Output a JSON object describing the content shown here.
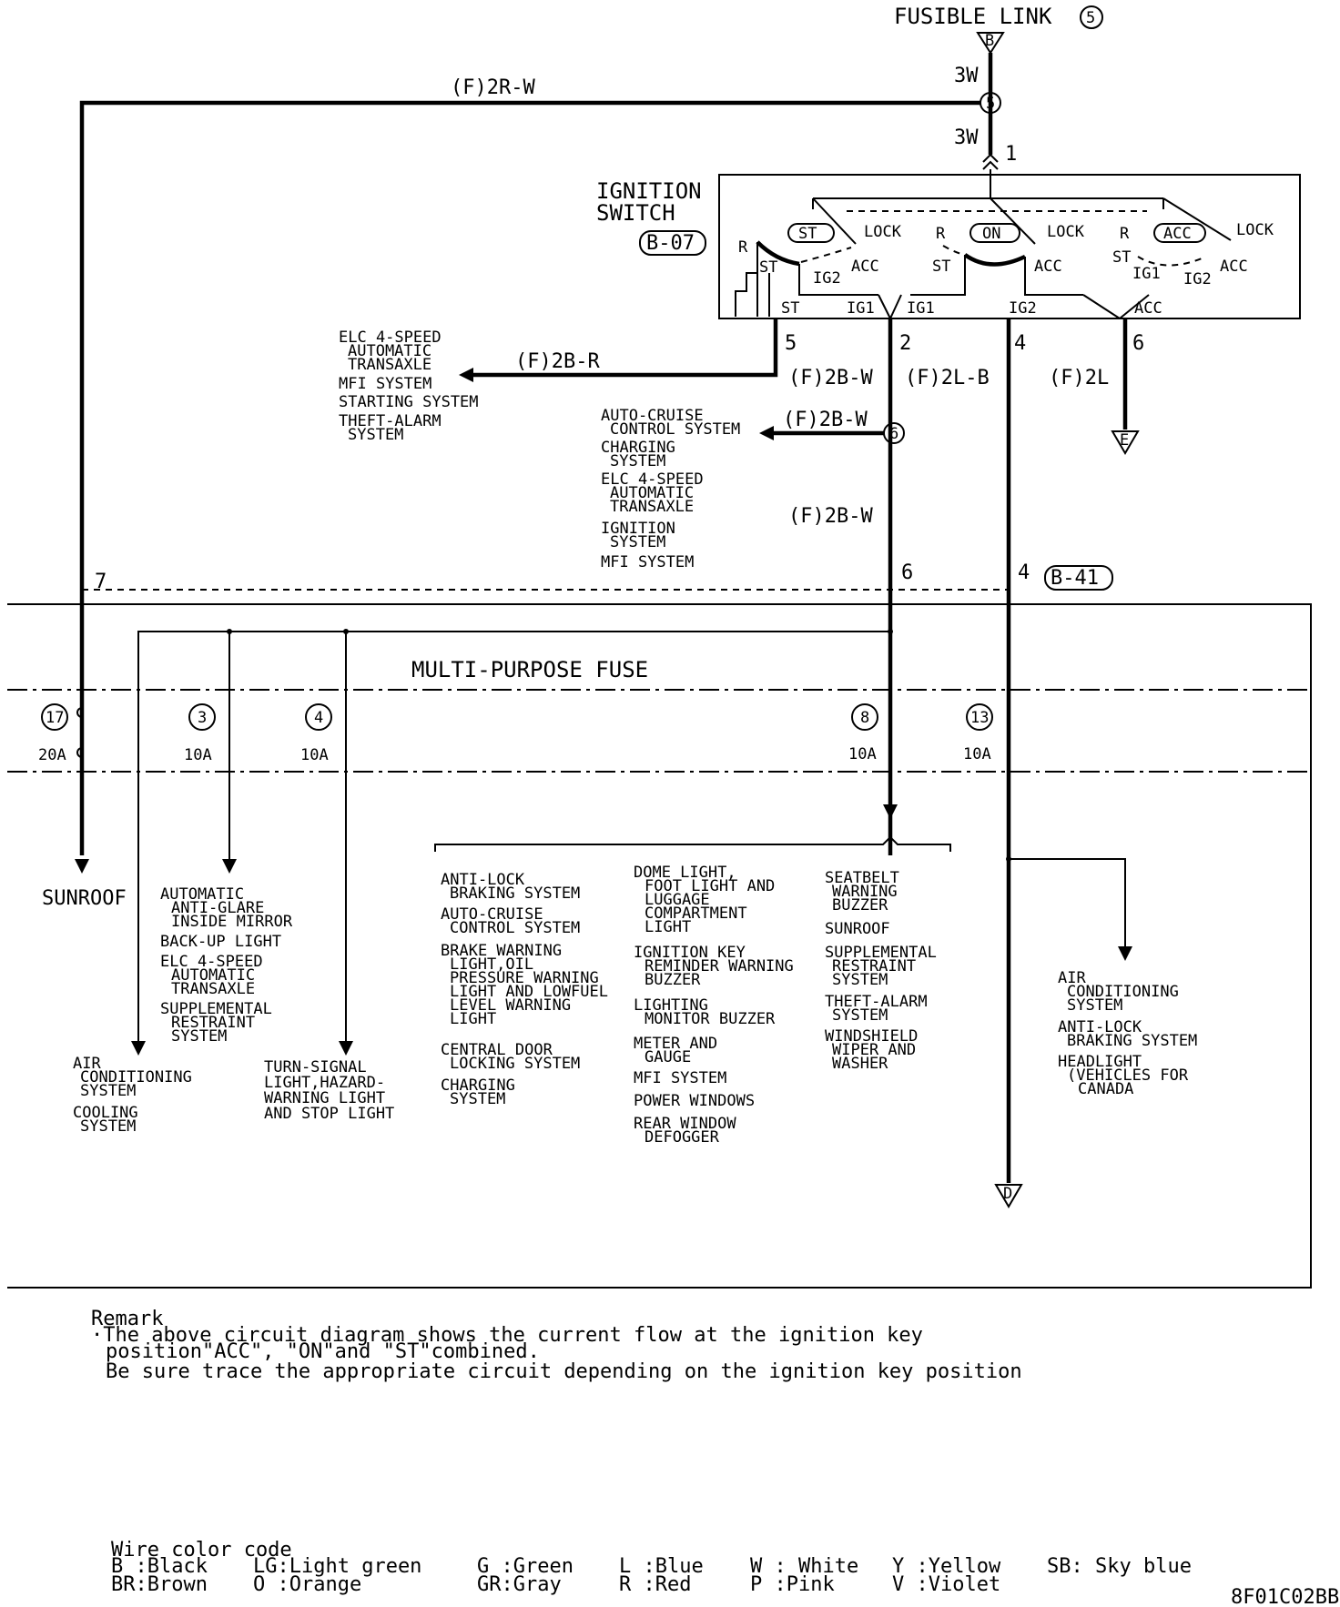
{
  "fusible_link": {
    "label": "FUSIBLE LINK",
    "number": "5",
    "connector": "B"
  },
  "wires": {
    "top_w1": "3W",
    "top_w2": "3W",
    "sunroof_feed": "(F)2R-W",
    "st_out": "(F)2B-R",
    "ig1_out": "(F)2B-W",
    "ig1_branch": "(F)2B-W",
    "ig1_lower": "(F)2B-W",
    "ig2_out": "(F)2L-B",
    "acc_out": "(F)2L"
  },
  "junctions": {
    "top": "5",
    "mid": "6"
  },
  "ignition_switch": {
    "title_line1": "IGNITION",
    "title_line2": "SWITCH",
    "connector": "B-07",
    "pin_in": "1",
    "pins": [
      "5",
      "2",
      "4",
      "6"
    ],
    "positions": {
      "st": "ST",
      "on": "ON",
      "acc": "ACC"
    },
    "labels": {
      "lock": "LOCK",
      "acc": "ACC",
      "r": "R",
      "st": "ST",
      "ig1": "IG1",
      "ig2": "IG2"
    }
  },
  "st_loads": [
    "ELC 4-SPEED",
    "AUTOMATIC",
    "TRANSAXLE",
    "MFI SYSTEM",
    "STARTING SYSTEM",
    "THEFT-ALARM",
    "SYSTEM"
  ],
  "ig1_branch_loads": [
    "AUTO-CRUISE",
    "CONTROL SYSTEM",
    "CHARGING",
    "SYSTEM",
    "ELC 4-SPEED",
    "AUTOMATIC",
    "TRANSAXLE",
    "IGNITION",
    "SYSTEM",
    "MFI SYSTEM"
  ],
  "acc_connector": "E",
  "bottom_connector_b41": {
    "label": "B-41",
    "pin_left": "7",
    "pin_mid": "6",
    "pin_right": "4"
  },
  "fuse_block": {
    "title": "MULTI-PURPOSE FUSE"
  },
  "fuses": [
    {
      "no": "17",
      "rating": "20A"
    },
    {
      "no": "3",
      "rating": "10A"
    },
    {
      "no": "4",
      "rating": "10A"
    },
    {
      "no": "8",
      "rating": "10A"
    },
    {
      "no": "13",
      "rating": "10A"
    }
  ],
  "loads": {
    "sunroof": "SUNROOF",
    "fuse3": [
      "AUTOMATIC",
      "ANTI-GLARE",
      "INSIDE MIRROR",
      "BACK-UP LIGHT",
      "ELC 4-SPEED",
      "AUTOMATIC",
      "TRANSAXLE",
      "SUPPLEMENTAL",
      "RESTRAINT",
      "SYSTEM"
    ],
    "fuse3_branch": [
      "AIR",
      "CONDITIONING",
      "SYSTEM",
      "COOLING",
      "SYSTEM"
    ],
    "fuse4": [
      "TURN-SIGNAL",
      "LIGHT,HAZARD-",
      "WARNING LIGHT",
      "AND STOP LIGHT"
    ],
    "fuse8_col1": [
      "ANTI-LOCK",
      "BRAKING SYSTEM",
      "AUTO-CRUISE",
      "CONTROL SYSTEM",
      "BRAKE WARNING",
      "LIGHT,OIL",
      "PRESSURE WARNING",
      "LIGHT AND LOWFUEL",
      "LEVEL WARNING",
      "LIGHT",
      "CENTRAL DOOR",
      "LOCKING SYSTEM",
      "CHARGING",
      "SYSTEM"
    ],
    "fuse8_col2": [
      "DOME LIGHT,",
      "FOOT LIGHT AND",
      "LUGGAGE",
      "COMPARTMENT",
      "LIGHT",
      "IGNITION KEY",
      "REMINDER WARNING",
      "BUZZER",
      "LIGHTING",
      "MONITOR BUZZER",
      "METER AND",
      "GAUGE",
      "MFI SYSTEM",
      "POWER WINDOWS",
      "REAR WINDOW",
      "DEFOGGER"
    ],
    "fuse8_col3": [
      "SEATBELT",
      "WARNING",
      "BUZZER",
      "SUNROOF",
      "SUPPLEMENTAL",
      "RESTRAINT",
      "SYSTEM",
      "THEFT-ALARM",
      "SYSTEM",
      "WINDSHIELD",
      "WIPER AND",
      "WASHER"
    ],
    "fuse13": [
      "AIR",
      "CONDITIONING",
      "SYSTEM",
      "ANTI-LOCK",
      "BRAKING SYSTEM",
      "HEADLIGHT",
      "(VEHICLES FOR",
      "CANADA"
    ],
    "fuse13_connector": "D"
  },
  "remark": {
    "title": "Remark",
    "line1": "·The above circuit diagram shows the current flow at the ignition key",
    "line2": "position\"ACC\", \"ON\"and \"ST\"combined.",
    "line3": "Be sure trace the appropriate circuit depending on the ignition key position"
  },
  "wire_color_code": {
    "title": "Wire color code",
    "entries": [
      "B :Black",
      "BR:Brown",
      "LG:Light green",
      "O :Orange",
      "G :Green",
      "GR:Gray",
      "L :Blue",
      "R :Red",
      "W : White",
      "P :Pink",
      "Y :Yellow",
      "V :Violet",
      "SB: Sky blue"
    ]
  },
  "figure_code": "8F01C02BB"
}
